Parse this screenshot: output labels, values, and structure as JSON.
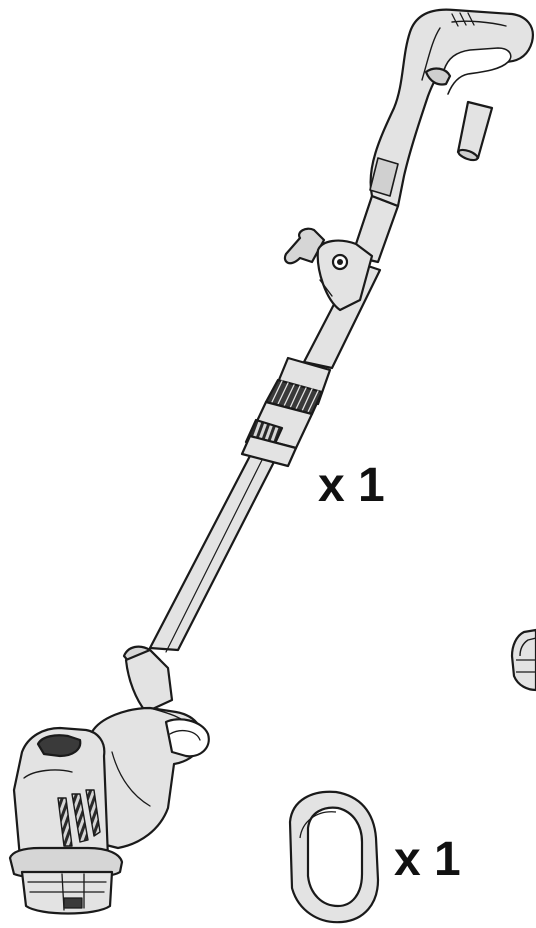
{
  "items": [
    {
      "id": "string-trimmer",
      "quantity_label": "x 1"
    },
    {
      "id": "edge-guard",
      "quantity_label": "x 1"
    }
  ],
  "colors": {
    "outline": "#1a1a1a",
    "fill_light": "#e3e3e3",
    "fill_mid": "#b5b5b5",
    "fill_dark": "#3a3a3a",
    "background": "#ffffff"
  }
}
